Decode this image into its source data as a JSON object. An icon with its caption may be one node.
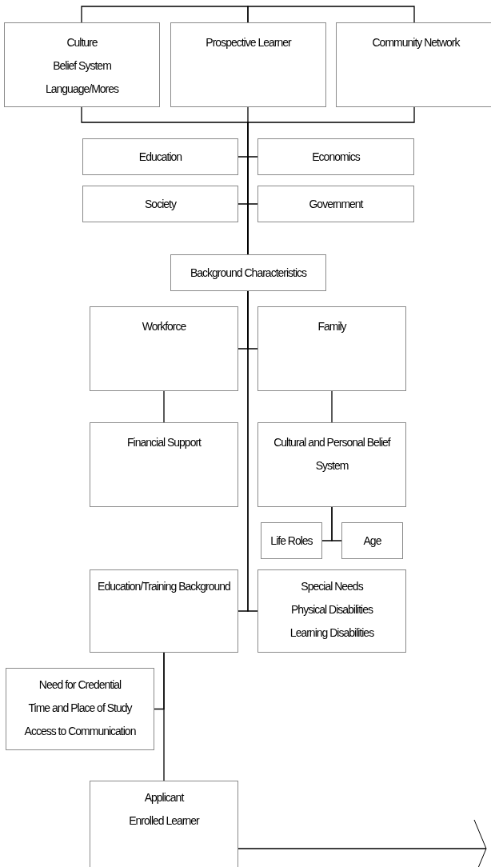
{
  "diagram": {
    "nodes": [
      {
        "text": [
          "Culture",
          "Belief System",
          "Language/Mores"
        ]
      },
      {
        "text": [
          "Prospective Learner"
        ]
      },
      {
        "text": [
          "Community Network"
        ]
      },
      {
        "text": [
          "Education"
        ]
      },
      {
        "text": [
          "Economics"
        ]
      },
      {
        "text": [
          "Society"
        ]
      },
      {
        "text": [
          "Government"
        ]
      },
      {
        "text": [
          "Background Characteristics"
        ]
      },
      {
        "text": [
          "Workforce"
        ]
      },
      {
        "text": [
          "Family"
        ]
      },
      {
        "text": [
          "Financial Support"
        ]
      },
      {
        "text": [
          "Cultural and Personal Belief System"
        ]
      },
      {
        "text": [
          "Life Roles"
        ]
      },
      {
        "text": [
          "Age"
        ]
      },
      {
        "text": [
          "Education/Training Background"
        ]
      },
      {
        "text": [
          "Special Needs",
          "Physical Disabilities",
          "Learning Disabilities"
        ]
      },
      {
        "text": [
          "Need for Credential",
          "Time and Place of Study",
          "Access to Communication"
        ]
      },
      {
        "text": [
          "Applicant",
          "Enrolled Learner"
        ]
      }
    ],
    "edges": [
      {
        "from": 0,
        "to": 1,
        "arrow": "none"
      },
      {
        "from": 2,
        "to": 1,
        "arrow": "none"
      },
      {
        "from": 0,
        "to": 7,
        "arrow": "none"
      },
      {
        "from": 1,
        "to": 7,
        "arrow": "none"
      },
      {
        "from": 2,
        "to": 7,
        "arrow": "none"
      },
      {
        "from": 3,
        "to": 7,
        "arrow": "none"
      },
      {
        "from": 4,
        "to": 7,
        "arrow": "none"
      },
      {
        "from": 5,
        "to": 7,
        "arrow": "none"
      },
      {
        "from": 6,
        "to": 7,
        "arrow": "none"
      },
      {
        "from": 7,
        "to": 8,
        "arrow": "none"
      },
      {
        "from": 7,
        "to": 9,
        "arrow": "none"
      },
      {
        "from": 8,
        "to": 10,
        "arrow": "none"
      },
      {
        "from": 9,
        "to": 11,
        "arrow": "none"
      },
      {
        "from": 11,
        "to": 12,
        "arrow": "none"
      },
      {
        "from": 11,
        "to": 13,
        "arrow": "none"
      },
      {
        "from": 7,
        "to": 14,
        "arrow": "none"
      },
      {
        "from": 7,
        "to": 15,
        "arrow": "none"
      },
      {
        "from": 14,
        "to": 16,
        "arrow": "none"
      },
      {
        "from": 14,
        "to": 17,
        "arrow": "none"
      },
      {
        "from": 17,
        "to": null,
        "arrow": "to"
      }
    ]
  }
}
